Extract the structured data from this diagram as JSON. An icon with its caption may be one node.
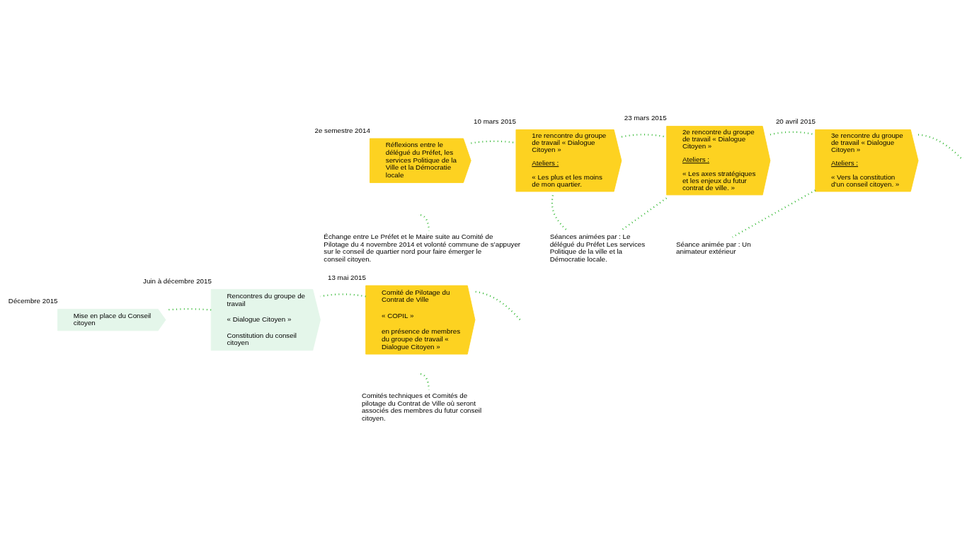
{
  "diagram": {
    "nodes": [
      {
        "text": [
          "Réflexions entre le délégué du Préfet, les services Politique de la Ville et la Démocratie locale"
        ],
        "beside": [
          "2e semestre 2014"
        ]
      },
      {
        "text": [
          "1re rencontre du groupe de travail « Dialogue Citoyen »",
          "Ateliers :",
          "« Les plus et les moins de mon quartier."
        ],
        "beside": [
          "10 mars 2015"
        ]
      },
      {
        "text": [
          "2e rencontre du groupe de travail « Dialogue Citoyen »",
          "Ateliers :",
          "« Les axes stratégiques et les enjeux du futur contrat de ville. »"
        ],
        "beside": [
          "23 mars 2015"
        ]
      },
      {
        "text": [
          "3e rencontre du groupe de travail « Dialogue Citoyen »",
          "Ateliers :",
          "« Vers la constitution d’un conseil citoyen. »"
        ],
        "beside": [
          "20 avril 2015"
        ]
      },
      {
        "text": [
          "Échange entre Le Préfet et le Maire suite au Comité de Pilotage du 4 novembre 2014 et volonté commune de s’appuyer sur le conseil de quartier nord pour faire émerger le conseil citoyen."
        ]
      },
      {
        "text": [
          "Séances animées par : Le délégué du Préfet Les services Politique de la ville et la Démocratie locale."
        ]
      },
      {
        "text": [
          "Séance animée par : Un animateur extérieur"
        ]
      },
      {
        "text": [
          "Comité de Pilotage du Contrat de Ville",
          "« COPIL »",
          "en présence de membres du groupe de travail « Dialogue Citoyen »"
        ],
        "beside": [
          "13 mai 2015"
        ]
      },
      {
        "text": [
          "Rencontres du groupe de travail",
          "« Dialogue Citoyen »",
          "Constitution du conseil citoyen"
        ],
        "beside": [
          "Juin à décembre 2015"
        ]
      },
      {
        "text": [
          "Mise en place du Conseil citoyen"
        ],
        "beside": [
          "Décembre 2015"
        ]
      },
      {
        "text": [
          "Comités techniques et Comités de pilotage du Contrat de Ville où seront associés des membres du futur conseil citoyen."
        ]
      }
    ],
    "edges": [
      {
        "from": 0,
        "to": 1,
        "arrow": "none"
      },
      {
        "from": 1,
        "to": 2,
        "arrow": "none"
      },
      {
        "from": 2,
        "to": 3,
        "arrow": "none"
      },
      {
        "from": 3,
        "to": null,
        "arrow": "none"
      },
      {
        "from": null,
        "to": 4,
        "arrow": "none"
      },
      {
        "from": 1,
        "to": 5,
        "arrow": "none"
      },
      {
        "from": 2,
        "to": 5,
        "arrow": "none"
      },
      {
        "from": 3,
        "to": 6,
        "arrow": "none"
      },
      {
        "from": null,
        "to": 7,
        "arrow": "none"
      },
      {
        "from": 7,
        "to": 8,
        "arrow": "none"
      },
      {
        "from": 8,
        "to": 9,
        "arrow": "none"
      },
      {
        "from": null,
        "to": 10,
        "arrow": "none"
      }
    ]
  }
}
